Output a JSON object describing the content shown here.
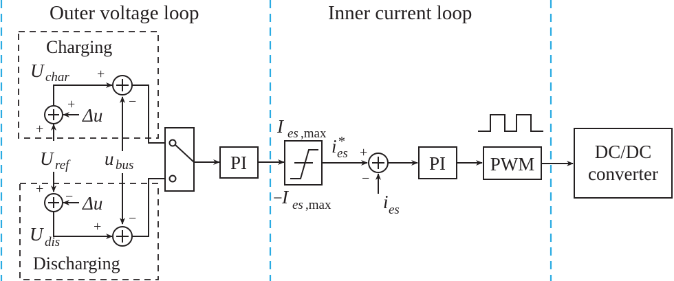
{
  "diagram": {
    "sections": {
      "outer": "Outer voltage loop",
      "inner": "Inner current loop"
    },
    "groups": {
      "charging": "Charging",
      "discharging": "Discharging"
    },
    "signals": {
      "u_char_main": "U",
      "u_char_sub": "char",
      "u_ref_main": "U",
      "u_ref_sub": "ref",
      "u_dis_main": "U",
      "u_dis_sub": "dis",
      "u_bus_main": "u",
      "u_bus_sub": "bus",
      "delta_u": "Δu",
      "i_es_max_main": "I",
      "i_es_max_sub_it": "es",
      "i_es_max_sub": ",max",
      "neg_i_es_max_prefix": "−",
      "i_ref_main": "i",
      "i_ref_sub": "es",
      "i_ref_sup": "*",
      "i_es_main": "i",
      "i_es_sub": "es"
    },
    "signs": {
      "plus": "+",
      "minus": "−"
    },
    "blocks": {
      "pi_outer": "PI",
      "pi_inner": "PI",
      "pwm": "PWM",
      "converter_line1": "DC/DC",
      "converter_line2": "converter"
    },
    "colors": {
      "line": "#231f20",
      "divider": "#29abe2"
    }
  }
}
